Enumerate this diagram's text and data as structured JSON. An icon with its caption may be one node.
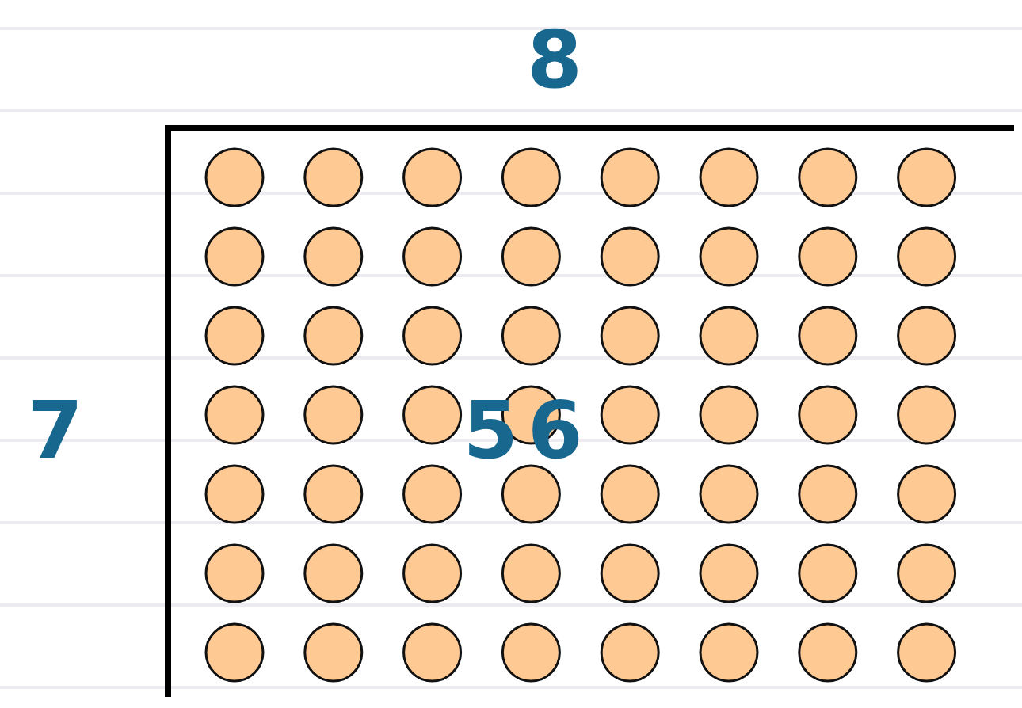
{
  "diagram": {
    "labels": [
      "8",
      "7",
      "56"
    ]
  }
}
